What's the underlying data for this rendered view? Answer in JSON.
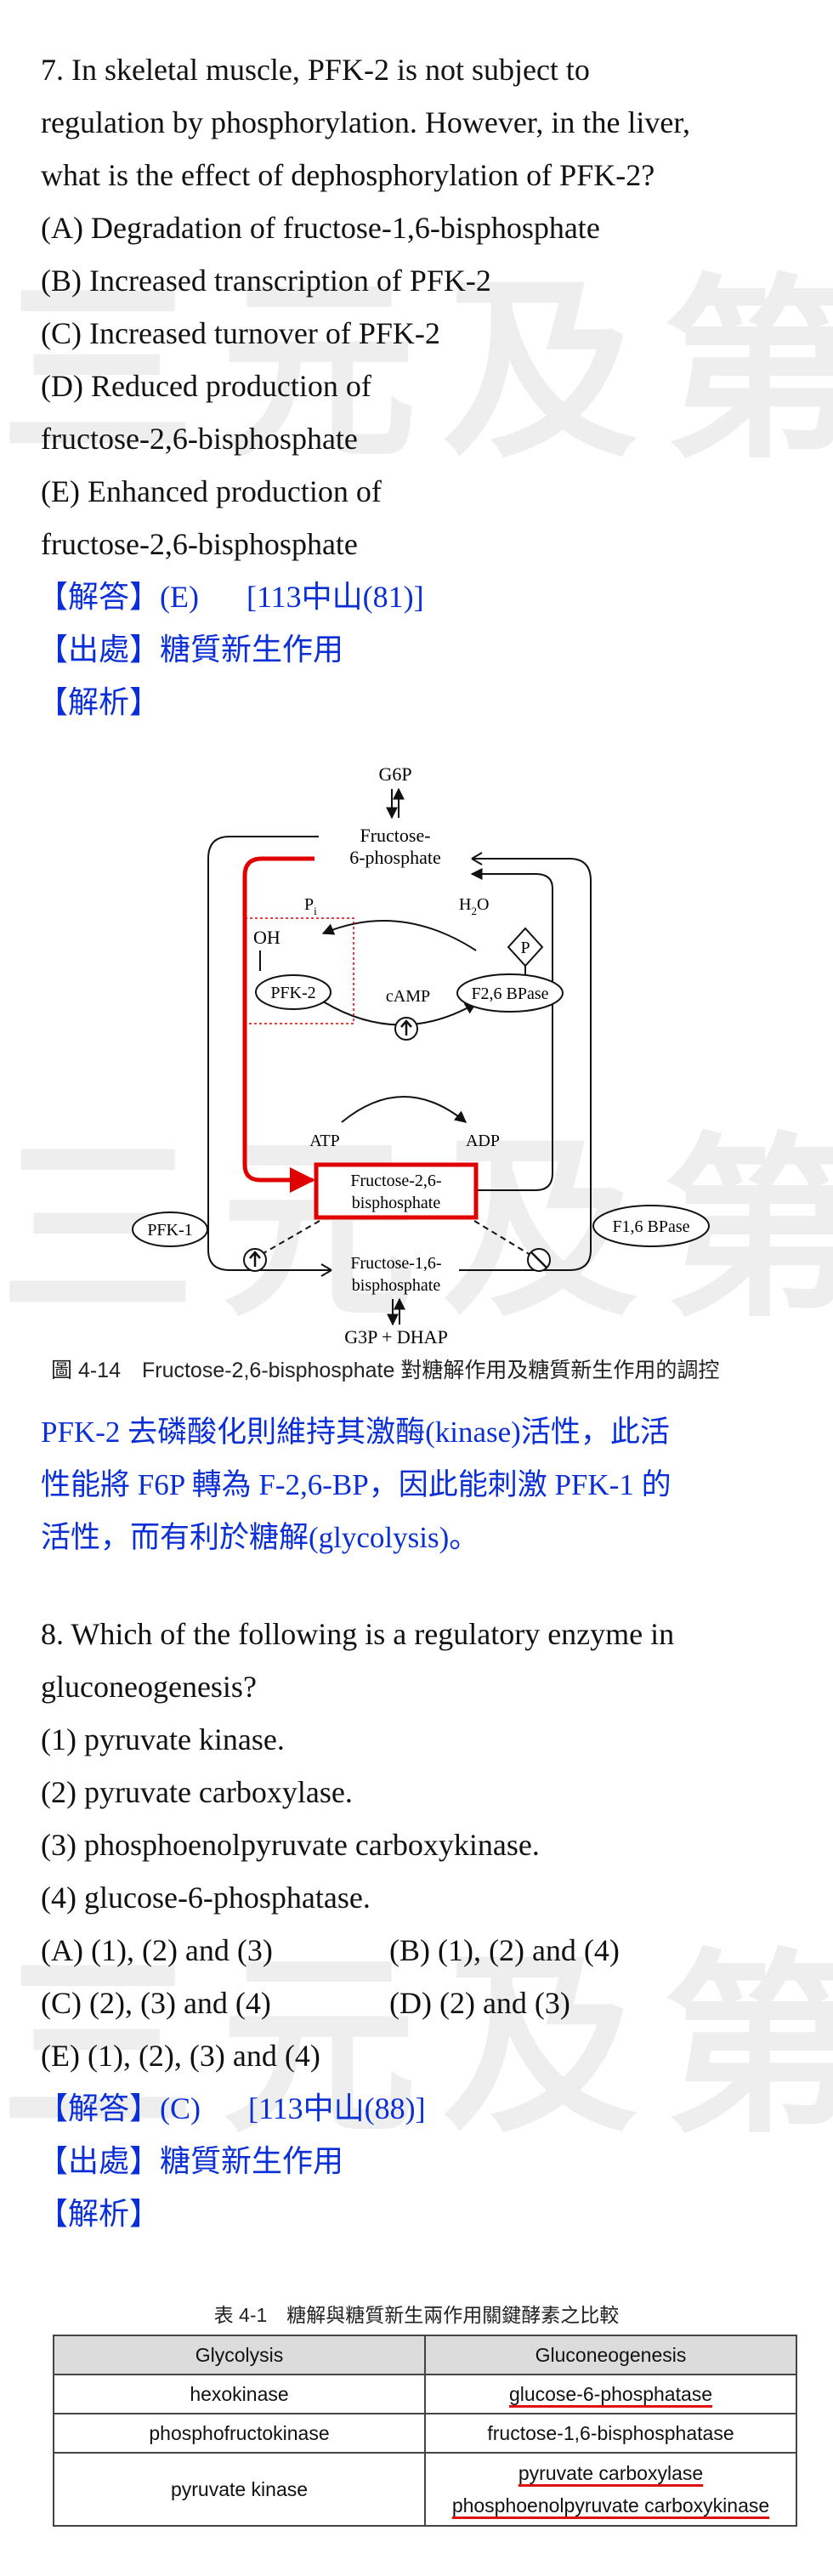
{
  "watermark": "三元及第",
  "q7": {
    "stem": [
      "7. In skeletal muscle, PFK-2 is not subject to",
      "regulation by phosphorylation. However, in the liver,",
      "what is the effect of dephosphorylation of PFK-2?"
    ],
    "options": [
      "(A) Degradation of fructose-1,6-bisphosphate",
      "(B) Increased transcription of PFK-2",
      "(C) Increased turnover of PFK-2",
      "(D) Reduced production of",
      "fructose-2,6-bisphosphate",
      "(E) Enhanced production of",
      "fructose-2,6-bisphosphate"
    ],
    "answer_label": "【解答】(E)",
    "answer_ref": "[113中山(81)]",
    "source": "【出處】糖質新生作用",
    "analysis_label": "【解析】",
    "explanation": [
      "PFK-2 去磷酸化則維持其激酶(kinase)活性，此活",
      "性能將 F6P 轉為 F-2,6-BP，因此能刺激 PFK-1 的",
      "活性，而有利於糖解(glycolysis)。"
    ]
  },
  "figure": {
    "caption": "圖 4-14　Fructose-2,6-bisphosphate 對糖解作用及糖質新生作用的調控",
    "labels": {
      "g6p": "G6P",
      "f6p_1": "Fructose-",
      "f6p_2": "6-phosphate",
      "pi": "P",
      "pi_sub": "i",
      "h2o": "H",
      "h2o_sub": "2",
      "h2o_o": "O",
      "oh": "OH",
      "pfk2": "PFK-2",
      "camp": "cAMP",
      "f26bpase": "F2,6 BPase",
      "p": "P",
      "atp": "ATP",
      "adp": "ADP",
      "f26bp_1": "Fructose-2,6-",
      "f26bp_2": "bisphosphate",
      "pfk1": "PFK-1",
      "f16bpase": "F1,6 BPase",
      "f16bp_1": "Fructose-1,6-",
      "f16bp_2": "bisphosphate",
      "g3p": "G3P + DHAP"
    }
  },
  "q8": {
    "stem": [
      "8. Which of the following is a regulatory enzyme in",
      "gluconeogenesis?"
    ],
    "items": [
      "(1) pyruvate kinase.",
      "(2) pyruvate carboxylase.",
      "(3) phosphoenolpyruvate carboxykinase.",
      "(4) glucose-6-phosphatase."
    ],
    "choices": {
      "a": "(A) (1), (2) and (3)",
      "b": "(B) (1), (2) and (4)",
      "c": "(C) (2), (3) and (4)",
      "d": "(D) (2) and (3)",
      "e": "(E) (1), (2), (3) and (4)"
    },
    "answer_label": "【解答】(C)",
    "answer_ref": "[113中山(88)]",
    "source": "【出處】糖質新生作用",
    "analysis_label": "【解析】"
  },
  "table": {
    "title": "表 4-1　糖解與糖質新生兩作用關鍵酵素之比較",
    "headers": [
      "Glycolysis",
      "Gluconeogenesis"
    ],
    "rows": [
      [
        "hexokinase",
        "glucose-6-phosphatase"
      ],
      [
        "phosphofructokinase",
        "fructose-1,6-bisphosphatase"
      ],
      [
        "pyruvate kinase",
        "pyruvate carboxylase",
        "phosphoenolpyruvate carboxykinase"
      ]
    ]
  }
}
